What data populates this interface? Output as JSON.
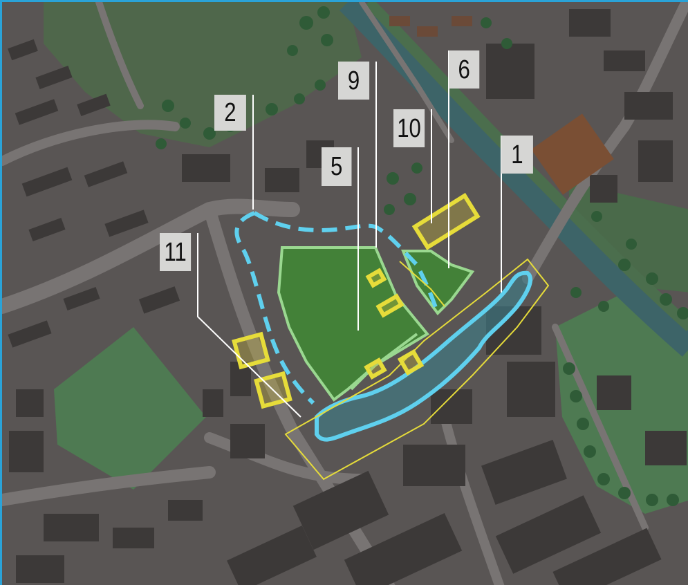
{
  "map": {
    "colors": {
      "background": "#595554",
      "road": "#757170",
      "building": "#3c3938",
      "park": "#4e7a52",
      "river": "#3d6468",
      "tree": "#2f5b37",
      "frame": "#2aa3d8",
      "site_green_fill": "#3f8a34",
      "site_green_outline": "#9ad890",
      "boundary_blue": "#5fd0ee",
      "boundary_yellow": "#e6dc3a",
      "callout_bg": "#d6d6d4"
    },
    "callouts": [
      {
        "label": "2"
      },
      {
        "label": "9"
      },
      {
        "label": "6"
      },
      {
        "label": "10"
      },
      {
        "label": "1"
      },
      {
        "label": "5"
      },
      {
        "label": "11"
      }
    ]
  }
}
